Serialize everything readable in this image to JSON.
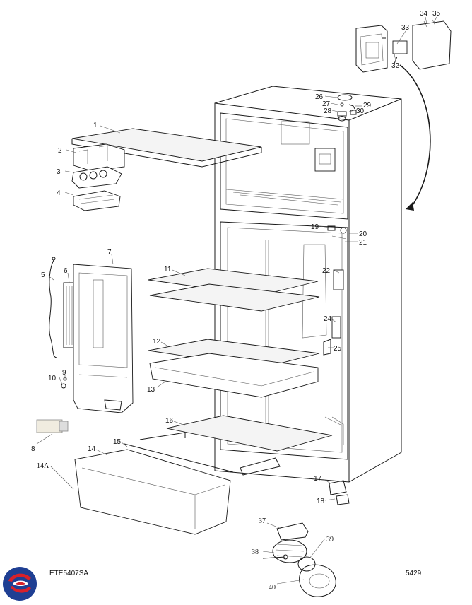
{
  "model_code": "ETE5407SA",
  "page_number": "5429",
  "callouts": [
    "1",
    "2",
    "3",
    "4",
    "5",
    "6",
    "7",
    "8",
    "9",
    "10",
    "11",
    "12",
    "13",
    "14",
    "14A",
    "15",
    "16",
    "17",
    "18",
    "19",
    "20",
    "21",
    "22",
    "24",
    "25",
    "26",
    "27",
    "28",
    "29",
    "30",
    "32",
    "33",
    "34",
    "35",
    "37",
    "38",
    "39",
    "40"
  ],
  "colors": {
    "logo_blue": "#1f3f93",
    "logo_red": "#d8212b",
    "line": "#1a1a1a"
  }
}
